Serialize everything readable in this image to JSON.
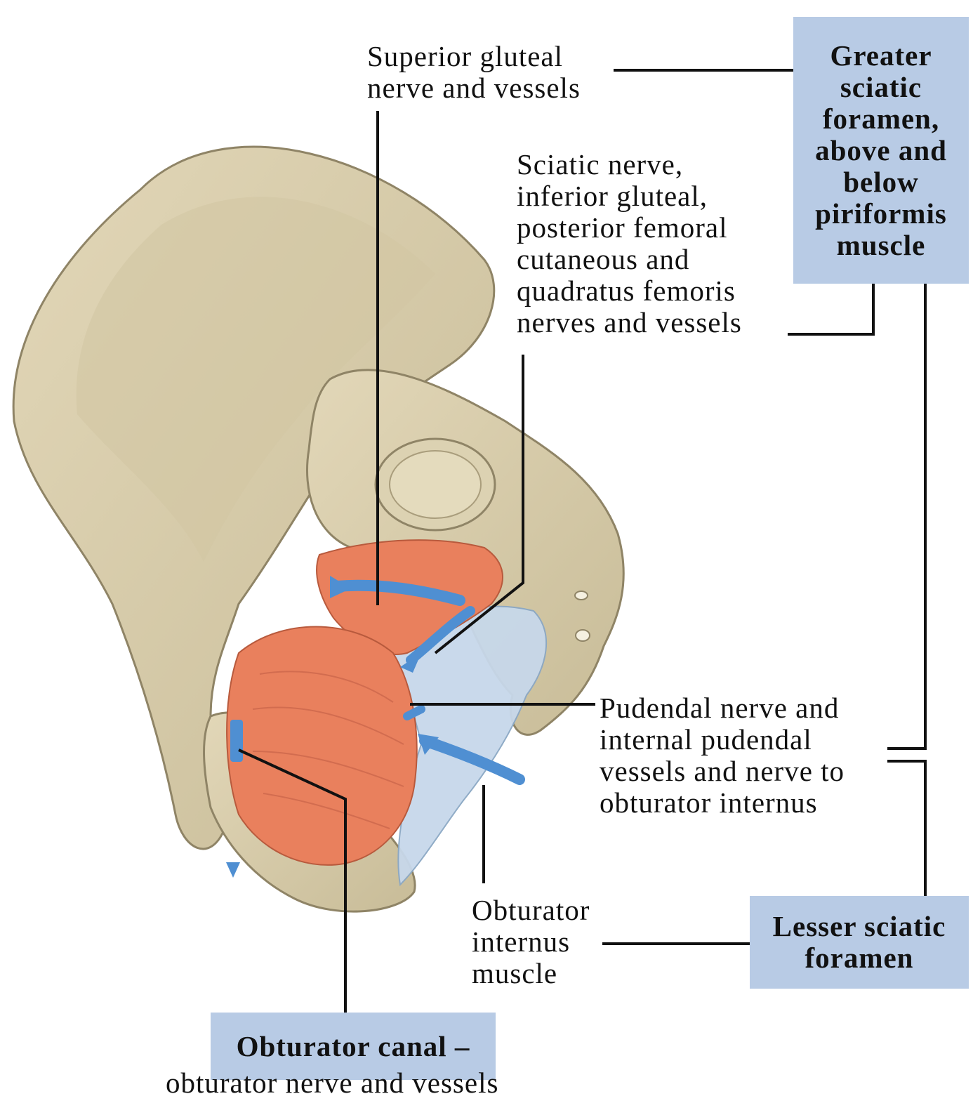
{
  "labels": {
    "superior_gluteal": "Superior gluteal\nnerve and vessels",
    "sciatic_group": "Sciatic nerve,\ninferior gluteal,\nposterior femoral\ncutaneous and\nquadratus femoris\nnerves and vessels",
    "pudendal": "Pudendal nerve and\ninternal pudendal\nvessels and nerve to\nobturator internus",
    "obturator_internus": "Obturator\ninternus\nmuscle",
    "obturator_canal_title": "Obturator canal –",
    "obturator_canal_contents": "obturator nerve and vessels"
  },
  "boxes": {
    "greater_sciatic": "Greater\nsciatic\nforamen,\nabove and\nbelow\npiriformis\nmuscle",
    "lesser_sciatic": "Lesser sciatic\nforamen"
  },
  "colors": {
    "bone": "#d8ccaa",
    "bone_shadow": "#b9ad8a",
    "muscle": "#e9805d",
    "ligament": "#c7d8ea",
    "arrow_blue": "#4f8fd2",
    "box_fill": "#b8cbe5",
    "leader_line": "#111111"
  }
}
